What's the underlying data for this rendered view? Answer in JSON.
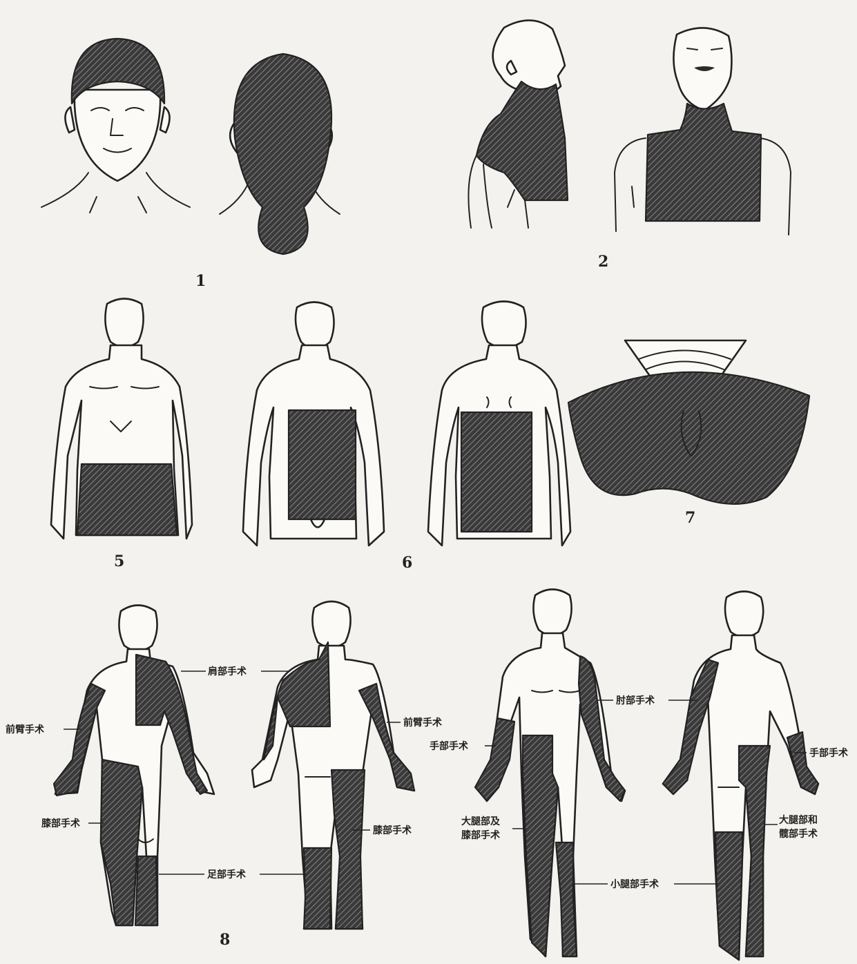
{
  "figure_numbers": {
    "f1": "1",
    "f2": "2",
    "f5": "5",
    "f6": "6",
    "f7": "7",
    "f8": "8"
  },
  "labels": {
    "shoulder": "肩部手术",
    "forearm_left": "前臂手术",
    "forearm_right": "前臂手术",
    "knee_left": "膝部手术",
    "knee_right": "膝部手术",
    "foot": "足部手术",
    "elbow": "肘部手术",
    "hand_left": "手部手术",
    "hand_right": "手部手术",
    "thigh_left": [
      "大腿部及",
      "膝部手术"
    ],
    "thigh_right": [
      "大腿部和",
      "髋部手术"
    ],
    "lower_leg": "小腿部手术"
  },
  "colors": {
    "ink": "#222222",
    "paper": "#f4f2ee"
  }
}
